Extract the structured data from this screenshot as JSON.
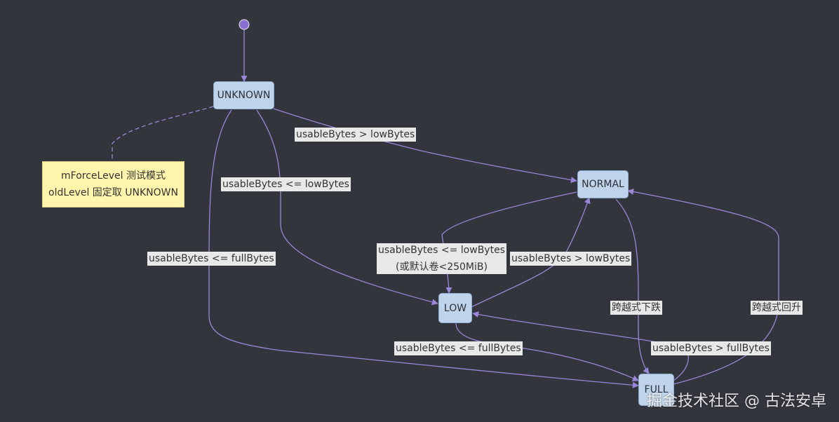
{
  "diagram": {
    "type": "state",
    "states": {
      "unknown": "UNKNOWN",
      "normal": "NORMAL",
      "low": "LOW",
      "full": "FULL"
    },
    "note": {
      "line1": "mForceLevel 测试模式",
      "line2": "oldLevel 固定取 UNKNOWN"
    },
    "transitions": {
      "unknown_to_normal": "usableBytes > lowBytes",
      "unknown_to_low": "usableBytes <= lowBytes",
      "unknown_to_full": "usableBytes <= fullBytes",
      "normal_to_low_line1": "usableBytes <= lowBytes",
      "normal_to_low_line2": "(或默认卷<250MiB)",
      "low_to_normal": "usableBytes > lowBytes",
      "normal_to_full": "跨越式下跌",
      "full_to_normal": "跨越式回升",
      "low_to_full": "usableBytes <= fullBytes",
      "full_to_low": "usableBytes > fullBytes"
    }
  },
  "colors": {
    "background": "#33353d",
    "edge": "#9a86d8",
    "state_fill": "#bfd4ea",
    "note_fill": "#fff5ad"
  },
  "watermark": "掘金技术社区 @ 古法安卓"
}
